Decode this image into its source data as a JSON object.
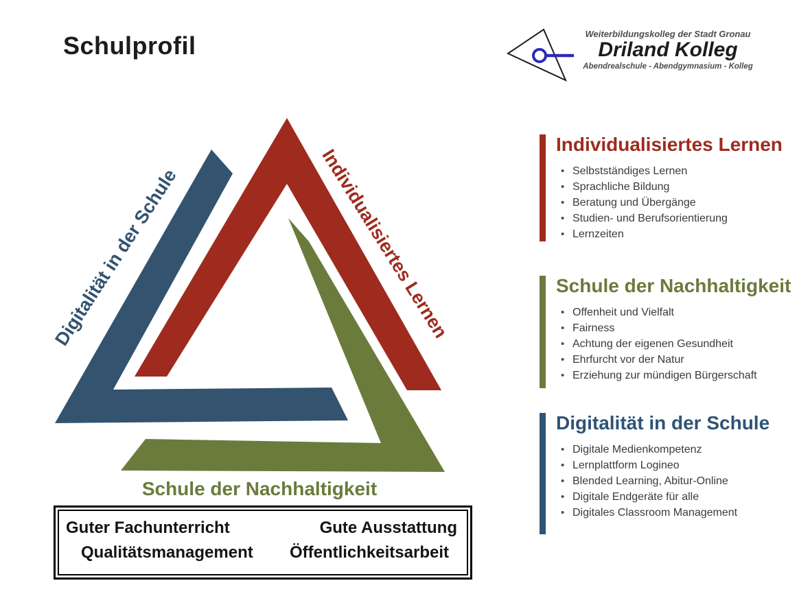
{
  "colors": {
    "red": "#9E2B1E",
    "green": "#6A7B3C",
    "blue": "#33536F",
    "heading-blue": "#2E5476",
    "text-dark": "#1C1C1C",
    "bullet-text": "#3A3A3A",
    "logo-blue": "#2B2BB5",
    "logo-gray": "#4D4D4D"
  },
  "title": "Schulprofil",
  "logo": {
    "line1": "Weiterbildungskolleg der Stadt Gronau",
    "name": "Driland Kolleg",
    "line3": "Abendrealschule - Abendgymnasium - Kolleg"
  },
  "triangle": {
    "label_left": "Digitalität in der Schule",
    "label_right": "Individualisiertes Lernen",
    "label_bottom": "Schule der Nachhaltigkeit"
  },
  "foundation": {
    "items": [
      "Guter Fachunterricht",
      "Gute Ausstattung",
      "Qualitätsmanagement",
      "Öffentlichkeitsarbeit"
    ]
  },
  "sections": [
    {
      "heading": "Individualisiertes Lernen",
      "color": "#9E2B1E",
      "items": [
        "Selbstständiges Lernen",
        "Sprachliche Bildung",
        "Beratung und Übergänge",
        "Studien- und Berufsorientierung",
        "Lernzeiten"
      ]
    },
    {
      "heading": "Schule der Nachhaltigkeit",
      "color": "#6A7B3C",
      "items": [
        "Offenheit und Vielfalt",
        "Fairness",
        "Achtung der eigenen Gesundheit",
        "Ehrfurcht vor der Natur",
        "Erziehung zur mündigen Bürgerschaft"
      ]
    },
    {
      "heading": "Digitalität in der Schule",
      "color": "#2E5476",
      "items": [
        "Digitale Medienkompetenz",
        "Lernplattform Logineo",
        "Blended Learning, Abitur-Online",
        "Digitale Endgeräte für alle",
        "Digitales Classroom Management"
      ]
    }
  ]
}
